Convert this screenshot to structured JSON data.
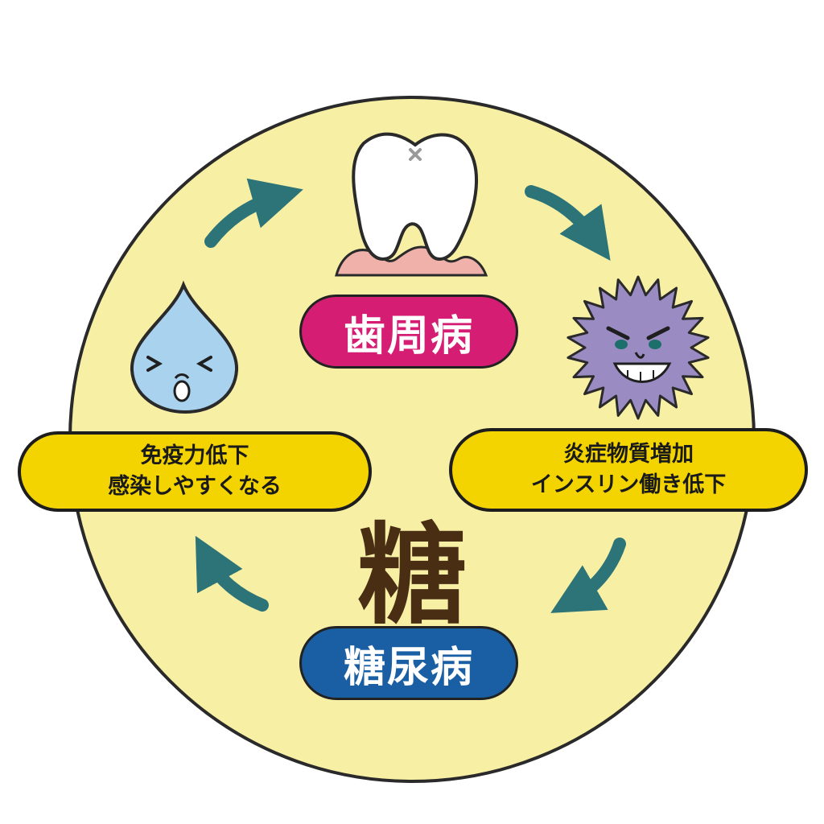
{
  "colors": {
    "circle_fill": "#f7efa4",
    "arrow": "#2c7478",
    "pink_label": "#d41d73",
    "blue_label": "#1a5ea3",
    "note_fill": "#f3d400",
    "center_text": "#4a2e14",
    "germ": "#9a8bc2",
    "drop": "#a8d2ee"
  },
  "labels": {
    "periodontal": "歯周病",
    "diabetes": "糖尿病",
    "center": "糖"
  },
  "notes": {
    "left": {
      "line1": "免疫力低下",
      "line2": "感染しやすくなる"
    },
    "right": {
      "line1": "炎症物質増加",
      "line2": "インスリン働き低下"
    }
  },
  "icons": [
    "tooth-icon",
    "gum-icon",
    "germ-icon",
    "water-drop-icon",
    "cycle-arrow-icon"
  ]
}
